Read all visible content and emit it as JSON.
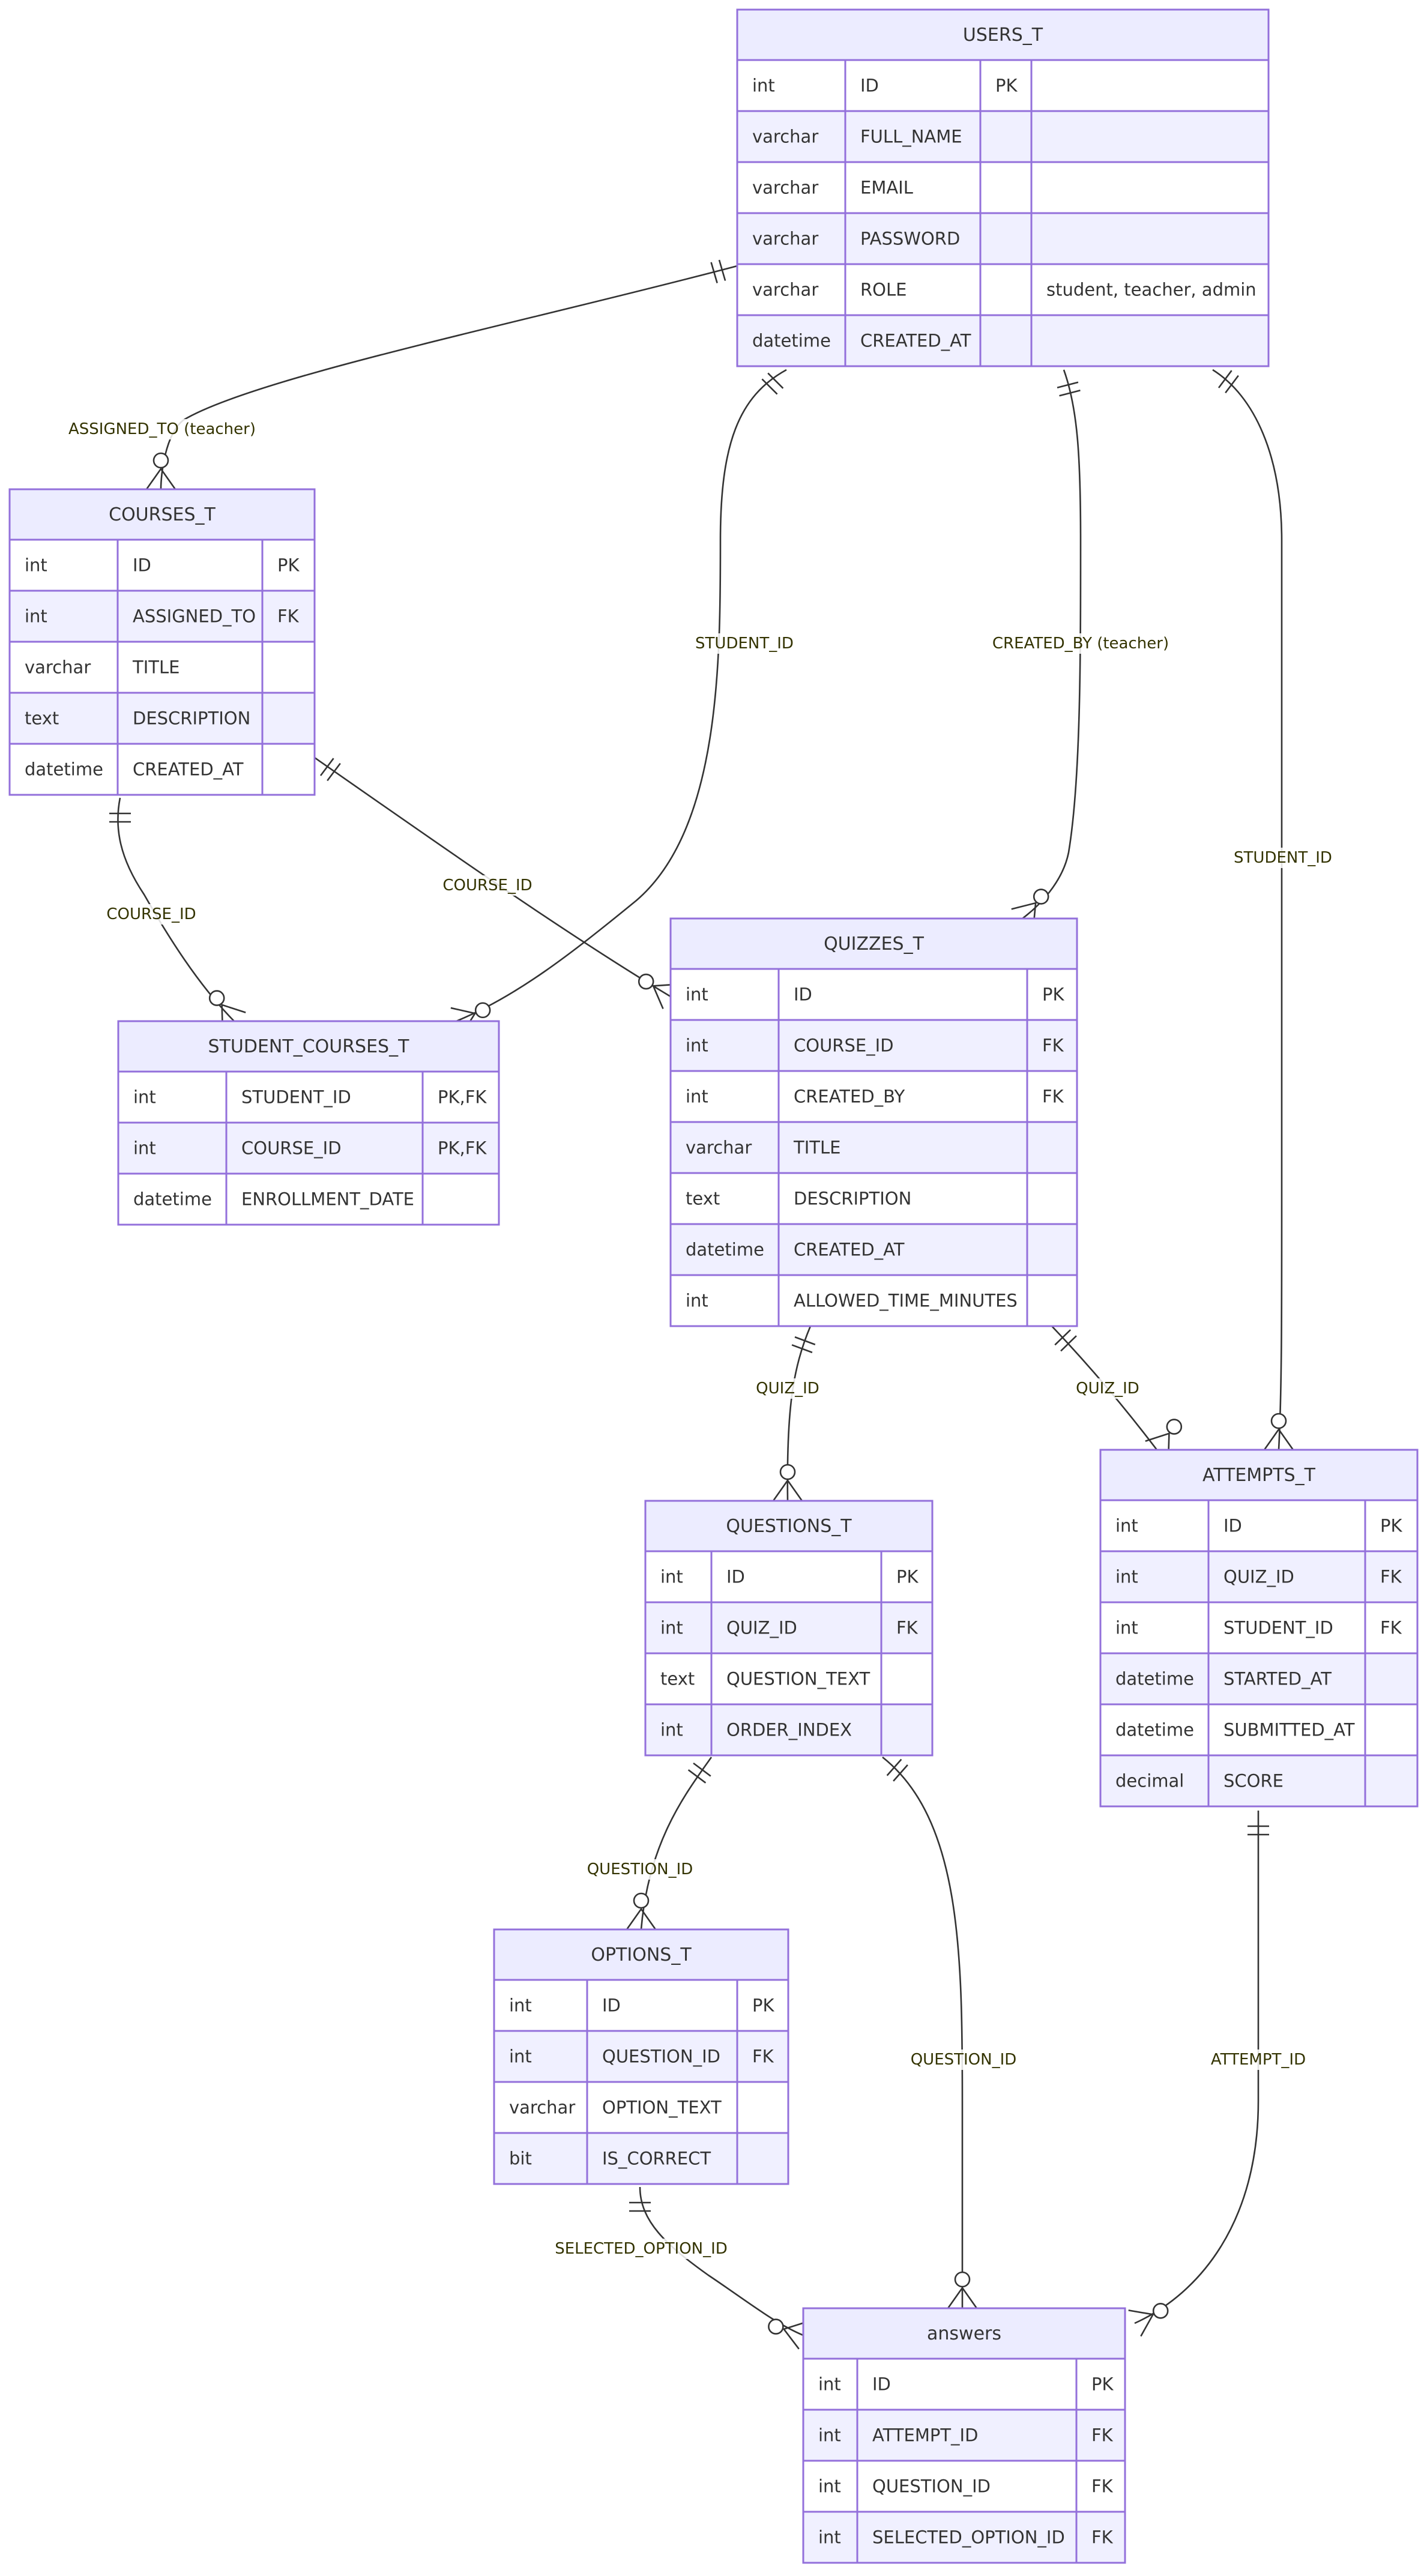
{
  "entities": {
    "users": {
      "name": "USERS_T",
      "rows": [
        [
          "int",
          "ID",
          "PK",
          ""
        ],
        [
          "varchar",
          "FULL_NAME",
          "",
          ""
        ],
        [
          "varchar",
          "EMAIL",
          "",
          ""
        ],
        [
          "varchar",
          "PASSWORD",
          "",
          ""
        ],
        [
          "varchar",
          "ROLE",
          "",
          "student, teacher, admin"
        ],
        [
          "datetime",
          "CREATED_AT",
          "",
          ""
        ]
      ]
    },
    "courses": {
      "name": "COURSES_T",
      "rows": [
        [
          "int",
          "ID",
          "PK"
        ],
        [
          "int",
          "ASSIGNED_TO",
          "FK"
        ],
        [
          "varchar",
          "TITLE",
          ""
        ],
        [
          "text",
          "DESCRIPTION",
          ""
        ],
        [
          "datetime",
          "CREATED_AT",
          ""
        ]
      ]
    },
    "student_courses": {
      "name": "STUDENT_COURSES_T",
      "rows": [
        [
          "int",
          "STUDENT_ID",
          "PK,FK"
        ],
        [
          "int",
          "COURSE_ID",
          "PK,FK"
        ],
        [
          "datetime",
          "ENROLLMENT_DATE",
          ""
        ]
      ]
    },
    "quizzes": {
      "name": "QUIZZES_T",
      "rows": [
        [
          "int",
          "ID",
          "PK"
        ],
        [
          "int",
          "COURSE_ID",
          "FK"
        ],
        [
          "int",
          "CREATED_BY",
          "FK"
        ],
        [
          "varchar",
          "TITLE",
          ""
        ],
        [
          "text",
          "DESCRIPTION",
          ""
        ],
        [
          "datetime",
          "CREATED_AT",
          ""
        ],
        [
          "int",
          "ALLOWED_TIME_MINUTES",
          ""
        ]
      ]
    },
    "questions": {
      "name": "QUESTIONS_T",
      "rows": [
        [
          "int",
          "ID",
          "PK"
        ],
        [
          "int",
          "QUIZ_ID",
          "FK"
        ],
        [
          "text",
          "QUESTION_TEXT",
          ""
        ],
        [
          "int",
          "ORDER_INDEX",
          ""
        ]
      ]
    },
    "attempts": {
      "name": "ATTEMPTS_T",
      "rows": [
        [
          "int",
          "ID",
          "PK"
        ],
        [
          "int",
          "QUIZ_ID",
          "FK"
        ],
        [
          "int",
          "STUDENT_ID",
          "FK"
        ],
        [
          "datetime",
          "STARTED_AT",
          ""
        ],
        [
          "datetime",
          "SUBMITTED_AT",
          ""
        ],
        [
          "decimal",
          "SCORE",
          ""
        ]
      ]
    },
    "options": {
      "name": "OPTIONS_T",
      "rows": [
        [
          "int",
          "ID",
          "PK"
        ],
        [
          "int",
          "QUESTION_ID",
          "FK"
        ],
        [
          "varchar",
          "OPTION_TEXT",
          ""
        ],
        [
          "bit",
          "IS_CORRECT",
          ""
        ]
      ]
    },
    "answers": {
      "name": "answers",
      "rows": [
        [
          "int",
          "ID",
          "PK"
        ],
        [
          "int",
          "ATTEMPT_ID",
          "FK"
        ],
        [
          "int",
          "QUESTION_ID",
          "FK"
        ],
        [
          "int",
          "SELECTED_OPTION_ID",
          "FK"
        ]
      ]
    }
  },
  "relationships": [
    {
      "id": "users-courses",
      "label": "ASSIGNED_TO (teacher)",
      "from": "USERS_T",
      "to": "COURSES_T",
      "from_card": "exactly-one",
      "to_card": "zero-or-many"
    },
    {
      "id": "users-student-courses",
      "label": "STUDENT_ID",
      "from": "USERS_T",
      "to": "STUDENT_COURSES_T",
      "from_card": "exactly-one",
      "to_card": "zero-or-many"
    },
    {
      "id": "users-quizzes",
      "label": "CREATED_BY (teacher)",
      "from": "USERS_T",
      "to": "QUIZZES_T",
      "from_card": "exactly-one",
      "to_card": "zero-or-many"
    },
    {
      "id": "users-attempts",
      "label": "STUDENT_ID",
      "from": "USERS_T",
      "to": "ATTEMPTS_T",
      "from_card": "exactly-one",
      "to_card": "zero-or-many"
    },
    {
      "id": "courses-student-courses",
      "label": "COURSE_ID",
      "from": "COURSES_T",
      "to": "STUDENT_COURSES_T",
      "from_card": "exactly-one",
      "to_card": "zero-or-many"
    },
    {
      "id": "courses-quizzes",
      "label": "COURSE_ID",
      "from": "COURSES_T",
      "to": "QUIZZES_T",
      "from_card": "exactly-one",
      "to_card": "zero-or-many"
    },
    {
      "id": "quizzes-questions",
      "label": "QUIZ_ID",
      "from": "QUIZZES_T",
      "to": "QUESTIONS_T",
      "from_card": "exactly-one",
      "to_card": "zero-or-many"
    },
    {
      "id": "quizzes-attempts",
      "label": "QUIZ_ID",
      "from": "QUIZZES_T",
      "to": "ATTEMPTS_T",
      "from_card": "exactly-one",
      "to_card": "zero-or-many"
    },
    {
      "id": "questions-options",
      "label": "QUESTION_ID",
      "from": "QUESTIONS_T",
      "to": "OPTIONS_T",
      "from_card": "exactly-one",
      "to_card": "zero-or-many"
    },
    {
      "id": "questions-answers",
      "label": "QUESTION_ID",
      "from": "QUESTIONS_T",
      "to": "answers",
      "from_card": "exactly-one",
      "to_card": "zero-or-many"
    },
    {
      "id": "attempts-answers",
      "label": "ATTEMPT_ID",
      "from": "ATTEMPTS_T",
      "to": "answers",
      "from_card": "exactly-one",
      "to_card": "zero-or-many"
    },
    {
      "id": "options-answers",
      "label": "SELECTED_OPTION_ID",
      "from": "OPTIONS_T",
      "to": "answers",
      "from_card": "exactly-one",
      "to_card": "zero-or-many"
    }
  ]
}
